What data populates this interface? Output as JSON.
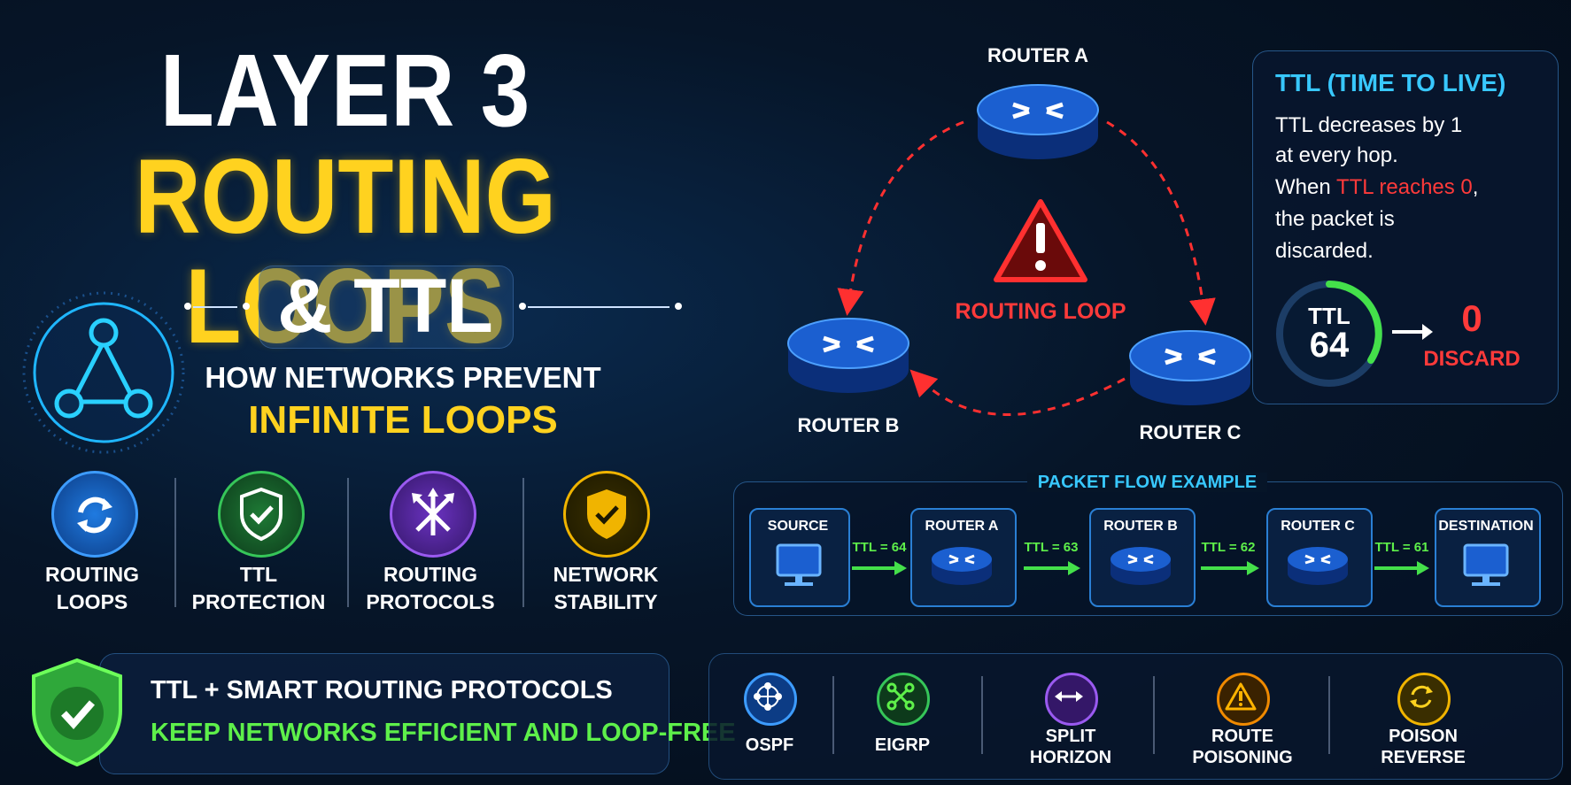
{
  "title": {
    "line1": "LAYER 3",
    "line2": "ROUTING LOOPS",
    "line3": "& TTL",
    "subtitle1": "HOW NETWORKS PREVENT",
    "subtitle2": "INFINITE LOOPS"
  },
  "features": [
    {
      "label1": "ROUTING",
      "label2": "LOOPS",
      "icon": "refresh-icon",
      "color": "#1f7ae0"
    },
    {
      "label1": "TTL",
      "label2": "PROTECTION",
      "icon": "shield-check-icon",
      "color": "#2fb84a"
    },
    {
      "label1": "ROUTING",
      "label2": "PROTOCOLS",
      "icon": "arrows-icon",
      "color": "#7b3fd0"
    },
    {
      "label1": "NETWORK",
      "label2": "STABILITY",
      "icon": "shield-check-icon",
      "color": "#f0b400"
    }
  ],
  "banner": {
    "line1": "TTL + SMART ROUTING PROTOCOLS",
    "line2": "KEEP NETWORKS EFFICIENT AND LOOP-FREE"
  },
  "loop": {
    "router_a": "ROUTER A",
    "router_b": "ROUTER B",
    "router_c": "ROUTER C",
    "center": "ROUTING LOOP"
  },
  "ttl_box": {
    "title": "TTL (TIME TO LIVE)",
    "line1": "TTL decreases by 1",
    "line2": "at every hop.",
    "line3_pre": "When ",
    "line3_red": "TTL reaches 0",
    "line3_post": ",",
    "line4": "the packet is",
    "line5": "discarded.",
    "gauge_label": "TTL",
    "gauge_value": "64",
    "end_value": "0",
    "end_label": "DISCARD"
  },
  "flow": {
    "title": "PACKET FLOW EXAMPLE",
    "nodes": [
      "SOURCE",
      "ROUTER A",
      "ROUTER B",
      "ROUTER C",
      "DESTINATION"
    ],
    "ttls": [
      "TTL = 64",
      "TTL = 63",
      "TTL = 62",
      "TTL = 61"
    ]
  },
  "protocols": [
    {
      "label1": "OSPF",
      "label2": "",
      "icon": "network-icon",
      "color": "#1f7ae0"
    },
    {
      "label1": "EIGRP",
      "label2": "",
      "icon": "nodes-icon",
      "color": "#2fb84a"
    },
    {
      "label1": "SPLIT",
      "label2": "HORIZON",
      "icon": "split-arrow-icon",
      "color": "#7b3fd0"
    },
    {
      "label1": "ROUTE",
      "label2": "POISONING",
      "icon": "warning-icon",
      "color": "#f08a00"
    },
    {
      "label1": "POISON",
      "label2": "REVERSE",
      "icon": "cycle-icon",
      "color": "#f0b400"
    }
  ],
  "colors": {
    "accent_yellow": "#ffd21f",
    "accent_cyan": "#38c8ff",
    "alert_red": "#ff3a3a",
    "ok_green": "#5ef04a"
  }
}
